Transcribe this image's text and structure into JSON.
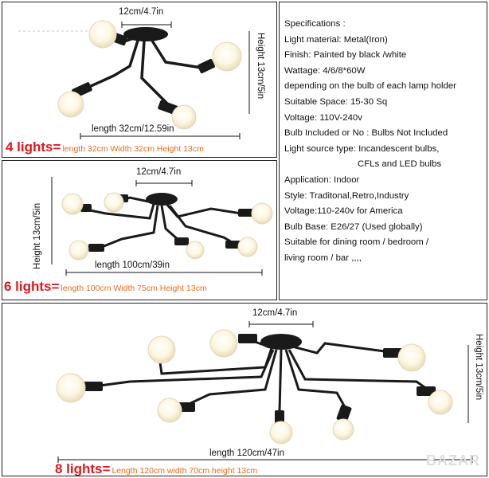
{
  "panel_4": {
    "width_label": "12cm/4.7in",
    "height_label": "Height 13cm/5in",
    "length_label": "length 32cm/12.59in",
    "title_big": "4 lights=",
    "title_small": "length 32cm Width 32cm Height  13cm"
  },
  "panel_6": {
    "width_label": "12cm/4.7in",
    "height_label": "Height 13cm/5in",
    "length_label": "length 100cm/39in",
    "title_big": "6 lights=",
    "title_small": "length 100cm Width 75cm Height 13cm"
  },
  "panel_8": {
    "width_label": "12cm/4.7in",
    "height_label": "Height 13cm/5in",
    "length_label": "length 120cm/47in",
    "title_big": "8 lights=",
    "title_small": "Length 120cm width 70cm height 13cm"
  },
  "specs": {
    "lines": [
      "Specifications :",
      "Light material: Metal(Iron)",
      "Finish: Painted by black /white",
      "Wattage: 4/6/8*60W",
      "depending on the bulb of each lamp holder",
      "Suitable Space: 15-30 Sq",
      "Voltage: 110V-240v",
      "Bulb Included or No : Bulbs Not Included",
      "Light source type: Incandescent bulbs,",
      "                        CFLs and LED bulbs",
      "Application: Indoor",
      "Style: Traditonal,Retro,Industry",
      "Voltage:110-240v for America",
      " Bulb Base: E26/27 (Used globally)",
      "Suitable for dining room / bedroom /",
      "living room / bar ,,,,"
    ]
  },
  "watermark": "BAZAR",
  "colors": {
    "title_red": "#e0171c",
    "title_orange": "#e86c1c",
    "metal": "#1a1a1a"
  }
}
